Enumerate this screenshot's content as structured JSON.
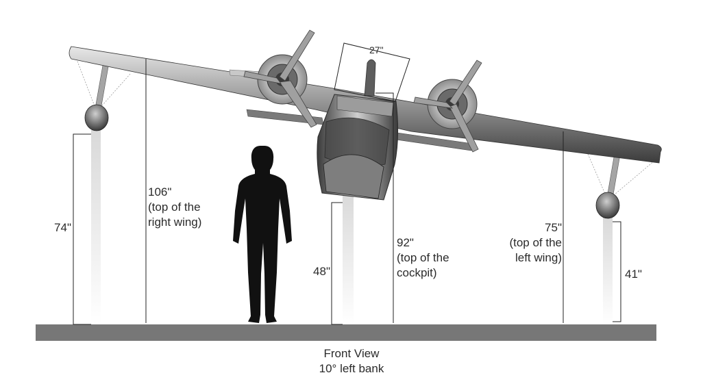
{
  "title": "Front View",
  "subtitle": "10° left bank",
  "dimensions": {
    "right_float_height": "74\"",
    "right_wing_top": {
      "value": "106\"",
      "line1": "(top of the",
      "line2": "right wing)"
    },
    "cockpit_width": "27\"",
    "hull_bottom": "48\"",
    "cockpit_top": {
      "value": "92\"",
      "line1": "(top of the",
      "line2": "cockpit)"
    },
    "left_wing_top": {
      "value": "75\"",
      "line1": "(top of the",
      "line2": "left wing)"
    },
    "left_float_height": "41\""
  },
  "colors": {
    "ground": "#777777",
    "aircraft": "#8a8a8a",
    "silhouette": "#111111",
    "dimension_line": "#222222"
  }
}
